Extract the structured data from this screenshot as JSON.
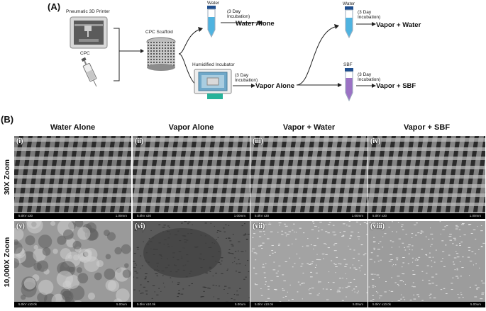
{
  "panel_a": {
    "label": "(A)",
    "printer_label": "Pneumatic 3D Printer",
    "cpc_label": "CPC",
    "scaffold_label": "CPC Scaffold",
    "incubator_label": "Humidified Incubator",
    "water_tube_label": "Water",
    "water_tube2_label": "Water",
    "sbf_tube_label": "SBF",
    "incubation_note": "(3 Day\nIncubation)",
    "water_alone": "Water Alone",
    "vapor_alone": "Vapor Alone",
    "vapor_water": "Vapor + Water",
    "vapor_sbf": "Vapor + SBF"
  },
  "panel_b": {
    "label": "(B)",
    "columns": [
      "Water Alone",
      "Vapor Alone",
      "Vapor + Water",
      "Vapor + SBF"
    ],
    "rows": [
      "30X Zoom",
      "10,000X Zoom"
    ],
    "images_30x": [
      {
        "label": "(i)",
        "meta": "5.0kV x30",
        "scale": "1.00mm"
      },
      {
        "label": "(ii)",
        "meta": "5.0kV x30",
        "scale": "1.00mm"
      },
      {
        "label": "(iii)",
        "meta": "5.0kV x30",
        "scale": "1.00mm"
      },
      {
        "label": "(iv)",
        "meta": "5.0kV x30",
        "scale": "1.00mm"
      }
    ],
    "images_10k": [
      {
        "label": "(v)",
        "meta": "5.0kV x10.0k",
        "scale": "5.00um"
      },
      {
        "label": "(vi)",
        "meta": "5.0kV x10.0k",
        "scale": "5.00um"
      },
      {
        "label": "(vii)",
        "meta": "5.0kV x10.0k",
        "scale": "5.00um"
      },
      {
        "label": "(viii)",
        "meta": "5.0kV x10.0k",
        "scale": "5.00um"
      }
    ]
  },
  "colors": {
    "tube_water": "#4fb3e0",
    "tube_sbf": "#9b72c4",
    "incubator_accent": "#27b39a",
    "cap_blue": "#1f4f8f"
  }
}
